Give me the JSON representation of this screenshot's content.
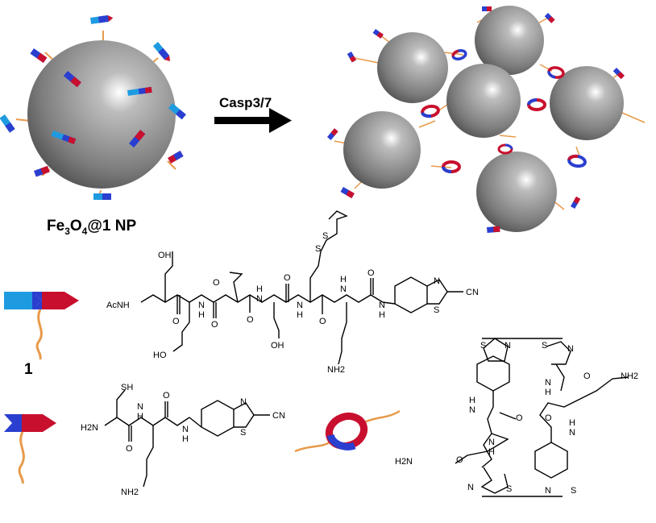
{
  "labels": {
    "nanoparticle_prefix": "Fe",
    "nanoparticle_sub1": "3",
    "nanoparticle_mid": "O",
    "nanoparticle_sub2": "4",
    "nanoparticle_suffix": "@1 NP",
    "arrow": "Casp3/7",
    "compound_number": "1"
  },
  "atoms": {
    "acnh": "AcNH",
    "nh": "H",
    "n": "N",
    "o": "O",
    "oh": "OH",
    "ho": "HO",
    "s": "S",
    "ss": "S",
    "sh": "SH",
    "cn": "CN",
    "h2n": "H2N",
    "nh2": "NH2"
  },
  "colors": {
    "sphere": "#8a8a8a",
    "blue": "#2a3fcf",
    "red": "#c8102e",
    "cyan": "#1e9be0",
    "linker": "#e89a4a"
  }
}
